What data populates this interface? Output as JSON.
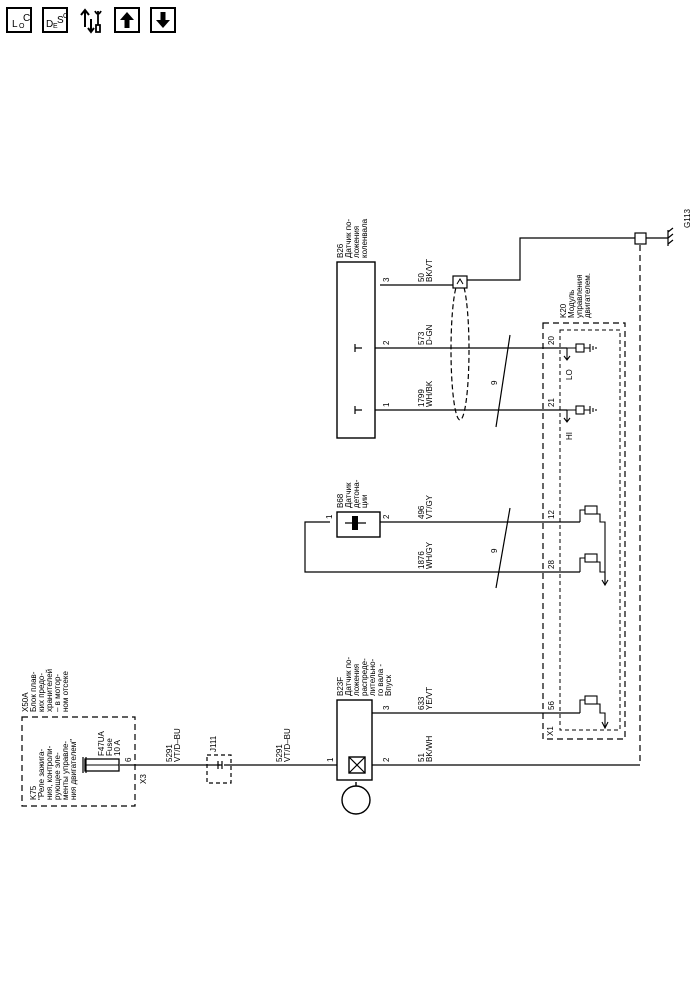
{
  "toolbar": {
    "loc": {
      "main": "L",
      "sub1": "O",
      "sub2": "C"
    },
    "desc": {
      "main": "D",
      "sub1": "E",
      "sub2": "S",
      "sub3": "C"
    },
    "service_icon": "wrench-arrows-icon",
    "up_icon": "arrow-up-icon",
    "down_icon": "arrow-down-icon"
  },
  "components": {
    "b26": {
      "id": "B26",
      "l1": "Датчик по-",
      "l2": "ложения",
      "l3": "коленвала"
    },
    "b68": {
      "id": "B68",
      "l1": "Датчик",
      "l2": "детона-",
      "l3": "ции"
    },
    "b23f": {
      "id": "B23F",
      "l1": "Датчик по-",
      "l2": "ложения",
      "l3": "распреде-",
      "l4": "лительно-",
      "l5": "го вала -",
      "l6": "Впуск"
    },
    "k20": {
      "id": "K20",
      "l1": "Модуль",
      "l2": "управления",
      "l3": "двигателем."
    },
    "x50a": {
      "id": "X50A",
      "l1": "Блок плав-",
      "l2": "ких предо-",
      "l3": "хранителей",
      "l4": "– в мотор-",
      "l5": "ном отсеке"
    },
    "k75": {
      "id": "K75",
      "l1": "\"Реле зажига-",
      "l2": "ния, контроли-",
      "l3": "рующее эле-",
      "l4": "менты управле-",
      "l5": "ния двигателем\""
    },
    "fuse": {
      "id": "F47UA",
      "l1": "Fuse",
      "l2": "10 A"
    },
    "j111": {
      "id": "J111"
    },
    "ground": {
      "id": "G113"
    },
    "x3": "X3",
    "x1": "X1"
  },
  "wires": {
    "w50": {
      "num": "50",
      "color": "BK/VT"
    },
    "w573": {
      "num": "573",
      "color": "D-GN"
    },
    "w1799": {
      "num": "1799",
      "color": "WH/BK"
    },
    "w496": {
      "num": "496",
      "color": "VT/GY"
    },
    "w1876": {
      "num": "1876",
      "color": "WH/GY"
    },
    "w633": {
      "num": "633",
      "color": "YE/VT"
    },
    "w51": {
      "num": "51",
      "color": "BK/WH"
    },
    "w5291a": {
      "num": "5291",
      "color": "VT/D–BU"
    },
    "w5291b": {
      "num": "5291",
      "color": "VT/D–BU"
    }
  },
  "pins": {
    "b26_3": "3",
    "b26_2": "2",
    "b26_1": "1",
    "b68_1": "1",
    "b68_2": "2",
    "b23f_3": "3",
    "b23f_1": "1",
    "b23f_2": "2",
    "k20_20": "20",
    "k20_21": "21",
    "k20_12": "12",
    "k20_28": "28",
    "k20_56": "56",
    "fuse_6": "6"
  },
  "signals": {
    "lo": "LO",
    "hi": "HI"
  },
  "twist": {
    "t1": "9",
    "t2": "9"
  }
}
